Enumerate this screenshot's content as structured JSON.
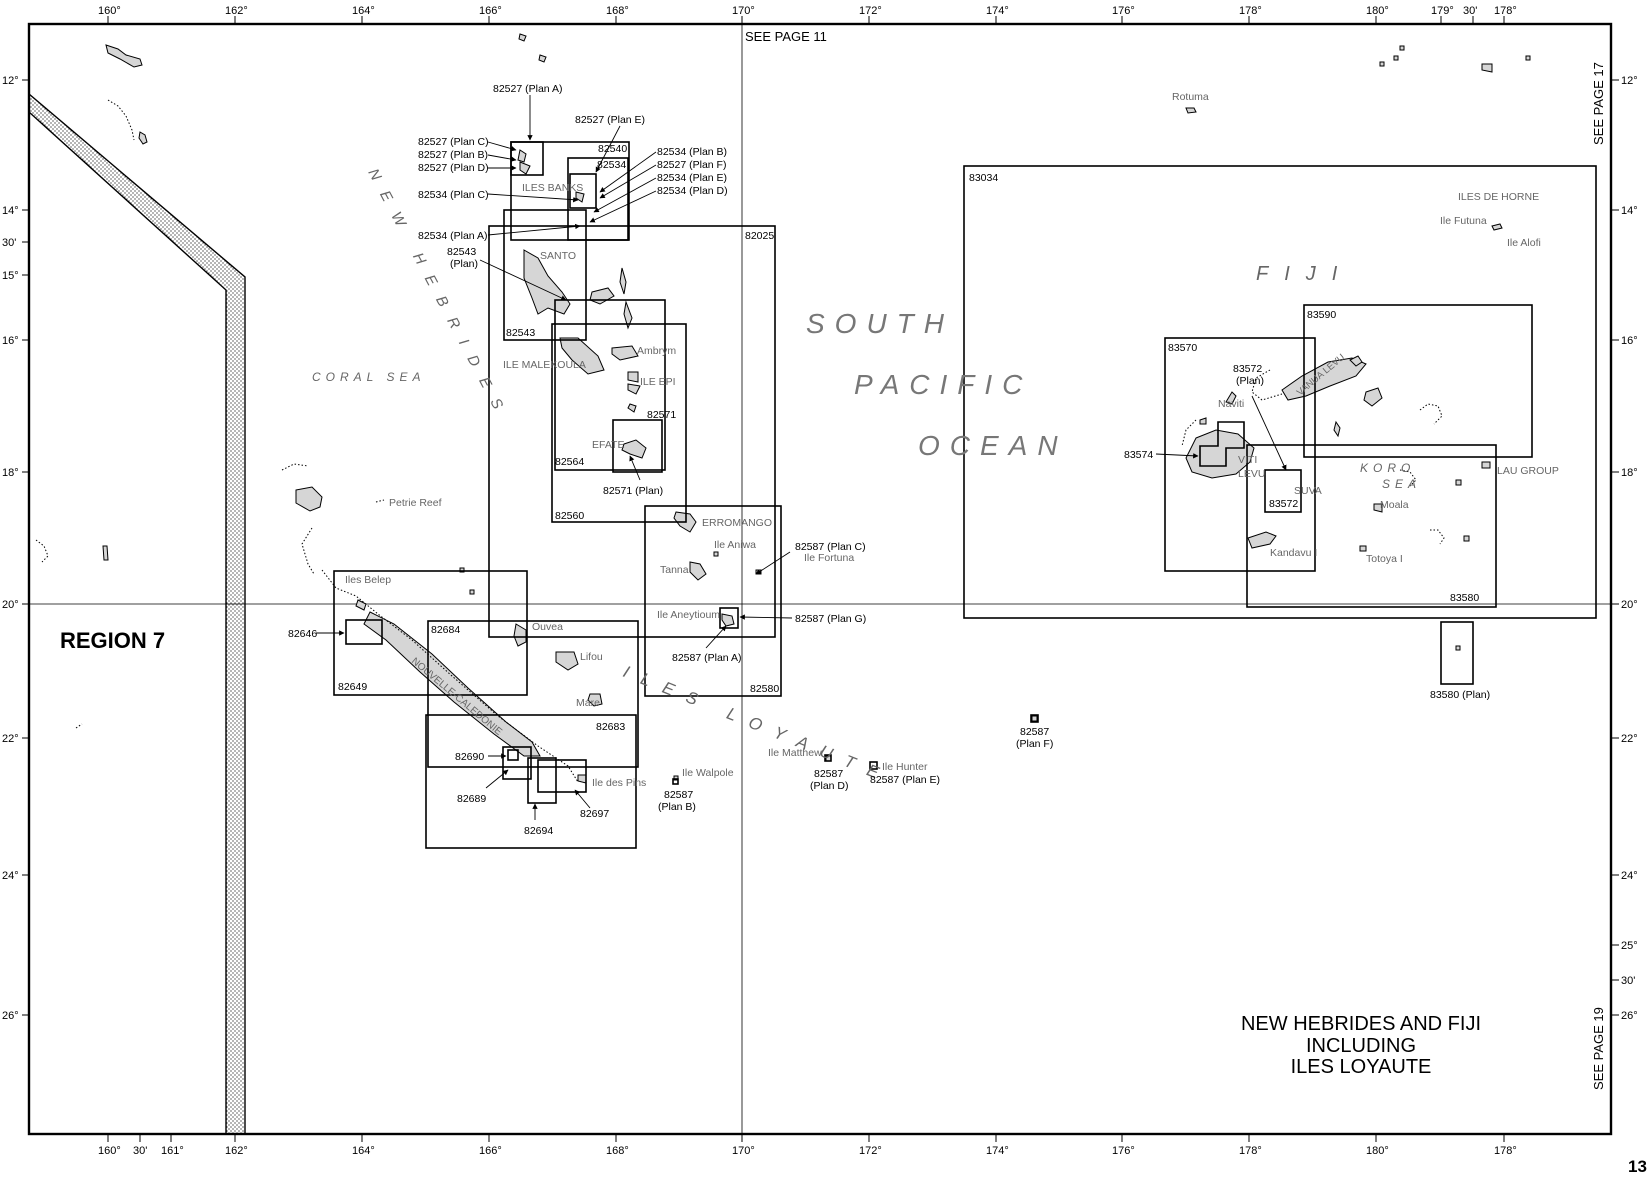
{
  "map": {
    "top_lon_ticks": [
      "160°",
      "162°",
      "164°",
      "166°",
      "168°",
      "170°",
      "172°",
      "174°",
      "176°",
      "178°",
      "180°",
      "179°",
      "30'",
      "178°"
    ],
    "bottom_lon_ticks": [
      "160°",
      "30'",
      "161°",
      "162°",
      "164°",
      "166°",
      "168°",
      "170°",
      "172°",
      "174°",
      "176°",
      "178°",
      "180°",
      "178°"
    ],
    "left_lat_ticks": [
      "12°",
      "14°",
      "30'",
      "15°",
      "16°",
      "18°",
      "20°",
      "22°",
      "24°",
      "26°"
    ],
    "right_lat_ticks": [
      "12°",
      "14°",
      "16°",
      "18°",
      "20°",
      "22°",
      "24°",
      "25°",
      "30'",
      "26°"
    ],
    "see_page_top": "SEE PAGE 11",
    "see_page_right_top": "SEE PAGE 17",
    "see_page_right_bottom": "SEE PAGE 19",
    "region_label": "REGION 7",
    "title_lines": [
      "NEW HEBRIDES AND FIJI",
      "INCLUDING",
      "ILES LOYAUTE"
    ],
    "page_number": "13",
    "sea_labels": {
      "new_hebrides": "NEW HEBRIDES",
      "coral_sea": "CORAL SEA",
      "south": "SOUTH",
      "pacific": "PACIFIC",
      "ocean": "OCEAN",
      "fiji": "FIJI",
      "iles_loyaute": "ILES LOYAUTE",
      "koro": "KORO",
      "sea": "SEA"
    },
    "places": {
      "iles_banks": "ILES BANKS",
      "santo": "SANTO",
      "ile_malekoula": "ILE MALEKOULA",
      "ambrym": "Ambrym",
      "ile_epi": "ILE EPI",
      "efate": "EFATE",
      "erromango": "ERROMANGO",
      "ile_aniwa": "Ile Aniwa",
      "tanna": "Tanna",
      "ile_fortuna": "Ile Fortuna",
      "ile_aneytioum": "Ile Aneytioum",
      "petrie_reef": "Petrie Reef",
      "iles_belep": "Iles Belep",
      "ouvea": "Ouvea",
      "lifou": "Lifou",
      "mare": "Mare",
      "nouvelle_caledonie": "NOUVELLE-CALEDONIE",
      "ile_des_pins": "Ile des Pins",
      "ile_walpole": "Ile Walpole",
      "ile_matthew": "Ile Matthew",
      "ile_hunter": "Ile Hunter",
      "rotuma": "Rotuma",
      "iles_de_horne": "ILES DE HORNE",
      "ile_futuna": "Ile Futuna",
      "ile_alofi": "Ile Alofi",
      "vanua_levu": "VANUA LEVU",
      "viti": "VITI",
      "levu": "LEVU",
      "naviti": "Naviti",
      "suva": "SUVA",
      "kandavu": "Kandavu I",
      "moala": "Moala",
      "totoya": "Totoya I",
      "lau_group": "LAU GROUP"
    },
    "chart_labels": {
      "c82527a": "82527 (Plan A)",
      "c82527e": "82527 (Plan E)",
      "c82527c": "82527 (Plan C)",
      "c82527b": "82527 (Plan B)",
      "c82527d": "82527 (Plan D)",
      "c82540": "82540",
      "c82534": "82534",
      "c82534b": "82534 (Plan B)",
      "c82527f": "82527 (Plan F)",
      "c82534e": "82534 (Plan E)",
      "c82534d": "82534 (Plan D)",
      "c82534c": "82534 (Plan C)",
      "c82534a": "82534 (Plan A)",
      "c82543p1": "82543",
      "c82543p2": "(Plan)",
      "c82543": "82543",
      "c82025": "82025",
      "c82571": "82571",
      "c82564": "82564",
      "c82571p": "82571 (Plan)",
      "c82560": "82560",
      "c82587c": "82587 (Plan C)",
      "c82587g": "82587 (Plan G)",
      "c82587a": "82587 (Plan A)",
      "c82580": "82580",
      "c82646": "82646",
      "c82649": "82649",
      "c82684": "82684",
      "c82683": "82683",
      "c82690": "82690",
      "c82689": "82689",
      "c82694": "82694",
      "c82697": "82697",
      "c82587b1": "82587",
      "c82587b2": "(Plan B)",
      "c82587d1": "82587",
      "c82587d2": "(Plan D)",
      "c82587e": "82587 (Plan E)",
      "c82587f1": "82587",
      "c82587f2": "(Plan F)",
      "c83034": "83034",
      "c83590": "83590",
      "c83570": "83570",
      "c83572p1": "83572",
      "c83572p2": "(Plan)",
      "c83574": "83574",
      "c83572": "83572",
      "c83580": "83580",
      "c83580p": "83580 (Plan)"
    }
  }
}
